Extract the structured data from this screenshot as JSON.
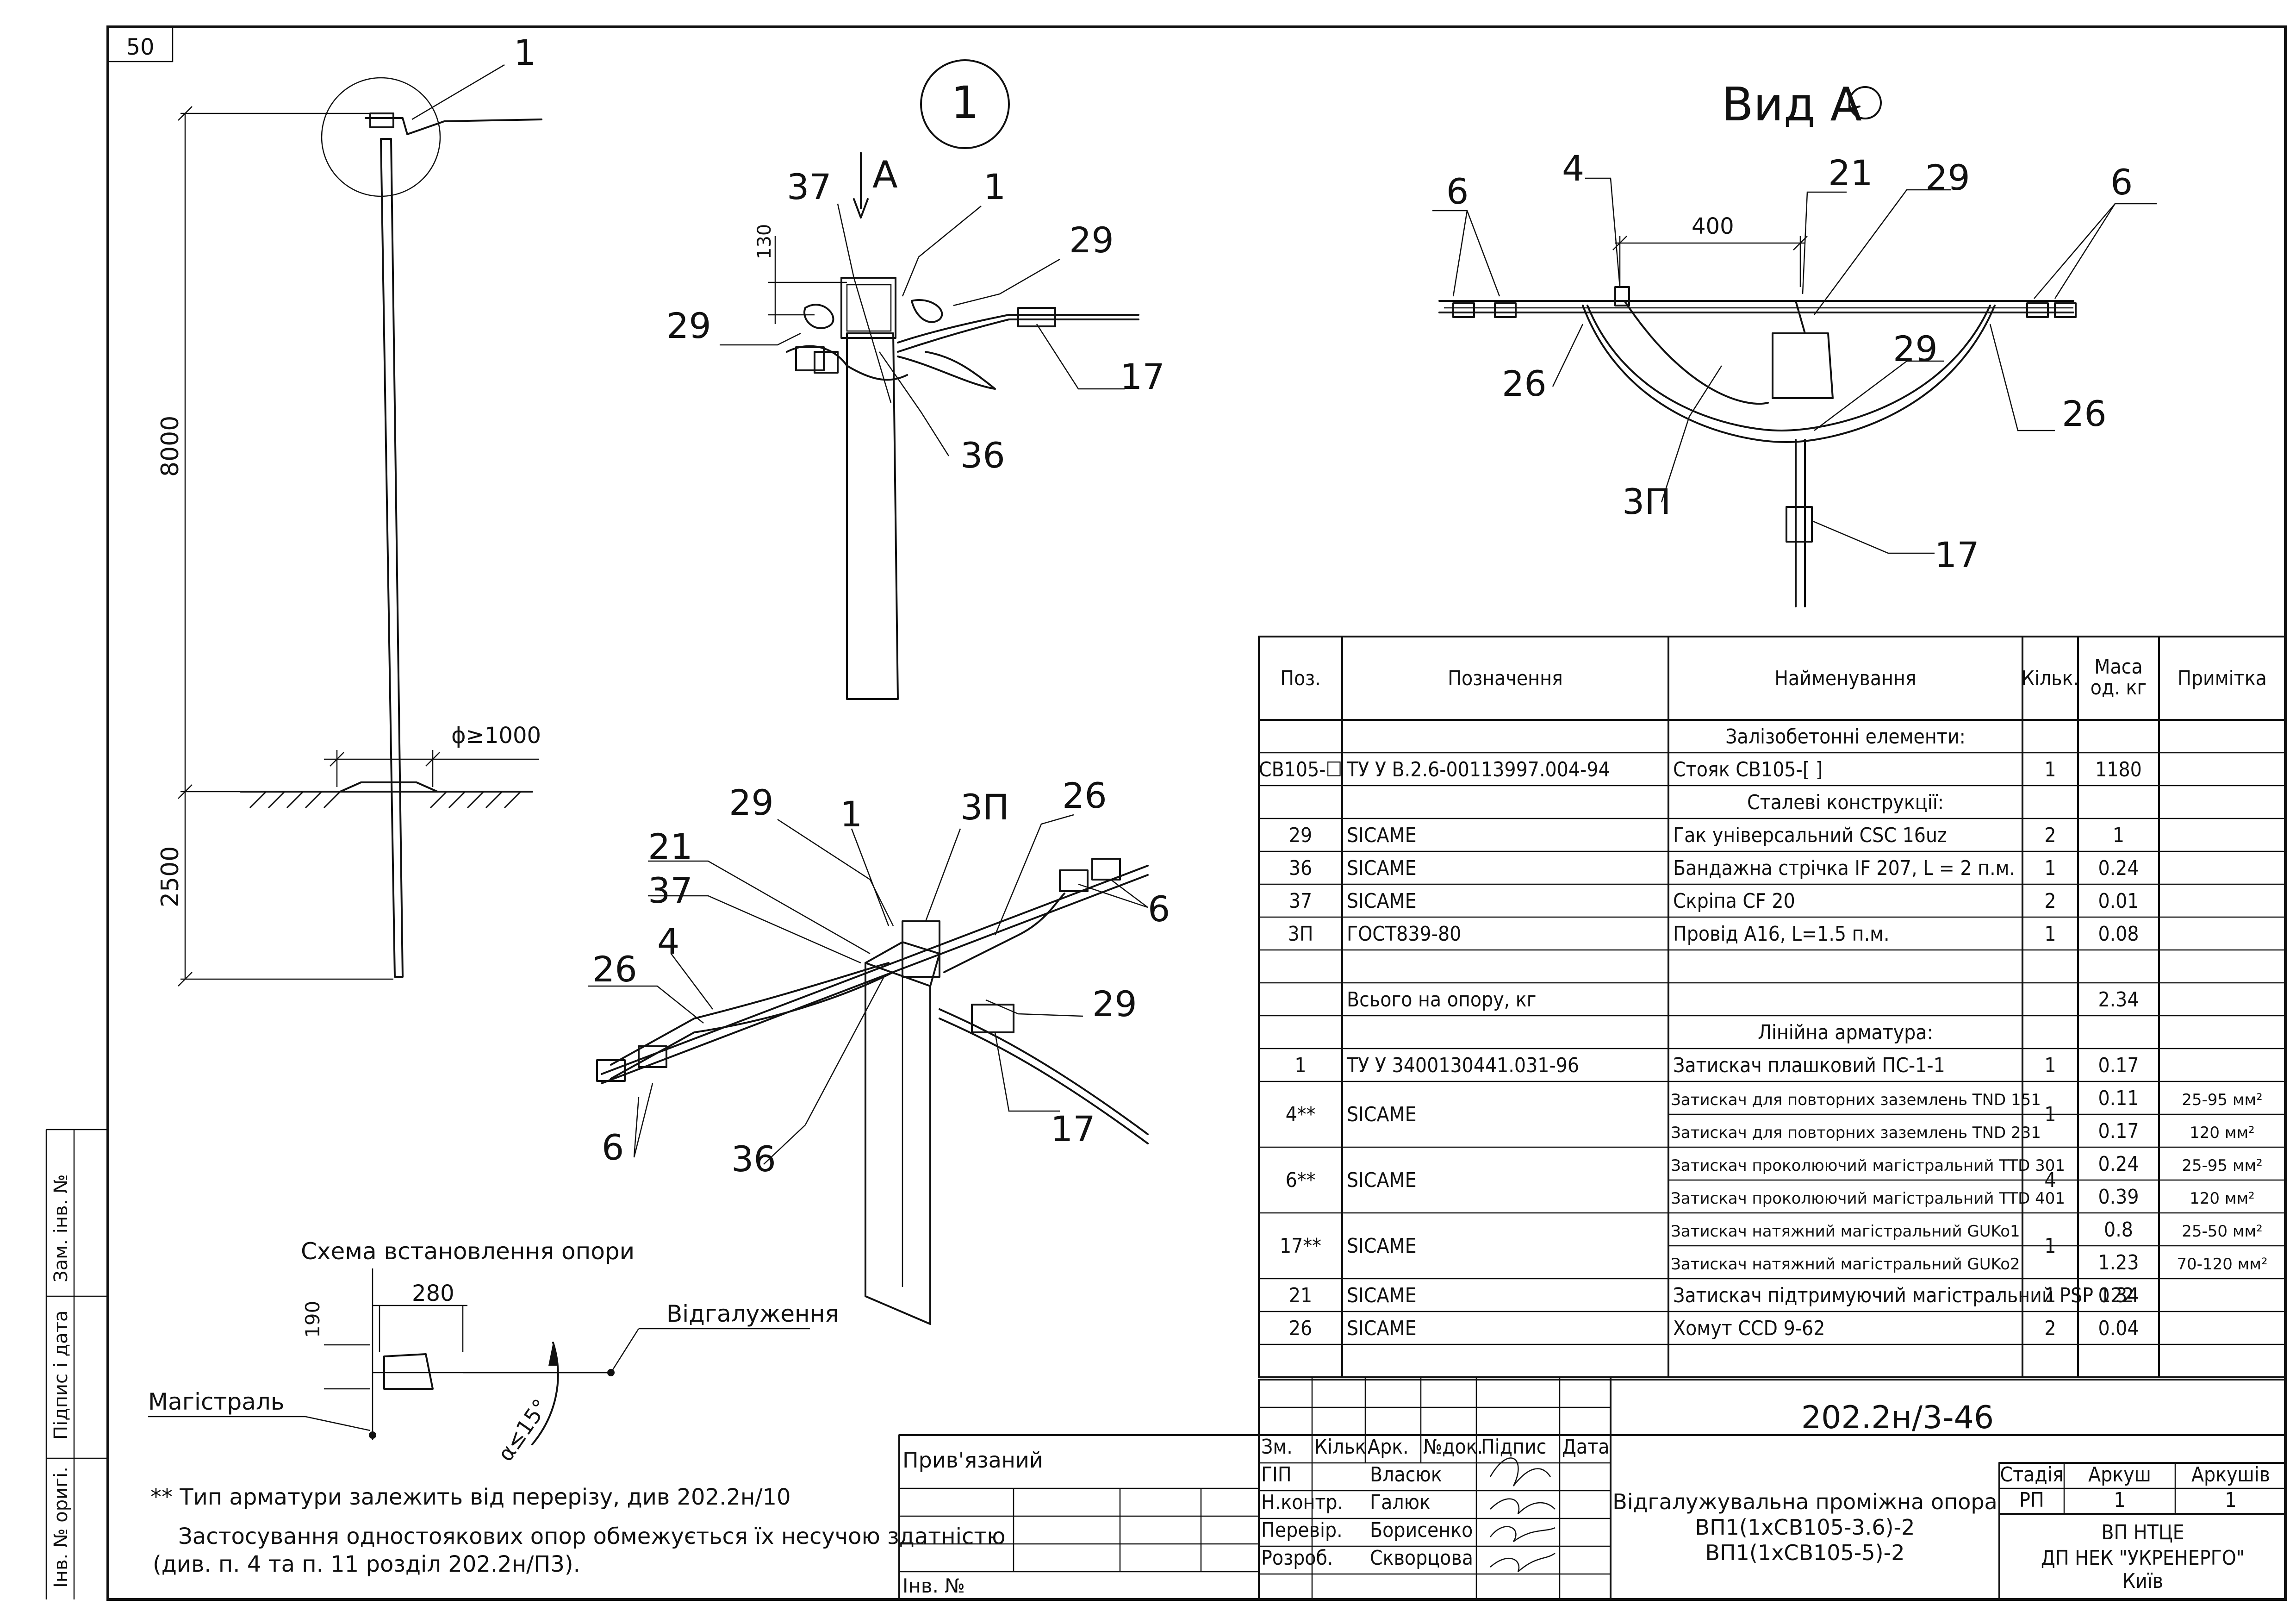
{
  "sheet": {
    "page_corner_number": "50",
    "side_stamp": [
      "Інв. № оригі.",
      "Підпис і дата",
      "Зам. інв. №"
    ]
  },
  "views": {
    "view1_circle_label": "1",
    "view_a_title": "Вид А",
    "view_a_arrow_letter": "А"
  },
  "pole_elevation": {
    "label_1": "1",
    "dim_8000": "8000",
    "dim_2500": "2500",
    "dim_diameter": "ϕ≥1000"
  },
  "detail1_labels": [
    "37",
    "1",
    "29",
    "17",
    "29",
    "36"
  ],
  "detail1_dim": "130",
  "iso_labels": [
    "29",
    "1",
    "3П",
    "26",
    "21",
    "37",
    "26",
    "4",
    "6",
    "6",
    "29",
    "17",
    "36"
  ],
  "view_a_labels": [
    "6",
    "4",
    "21",
    "29",
    "6",
    "26",
    "29",
    "26",
    "3П",
    "17"
  ],
  "view_a_dim": "400",
  "scheme": {
    "title": "Схема встановлення опори",
    "dim_280": "280",
    "dim_190": "190",
    "branch": "Відгалуження",
    "main": "Магістраль",
    "angle": "α≤15°"
  },
  "notes": {
    "note1": "** Тип арматури залежить від перерізу, див 202.2н/10",
    "note2a": "Застосування одностоякових опор обмежується їх несучою здатністю",
    "note2b": "(див. п. 4 та п. 11 розділ 202.2н/П3)."
  },
  "spec_table": {
    "headers": {
      "pos": "Поз.",
      "designation": "Позначення",
      "name": "Найменування",
      "qty": "Кільк.",
      "mass1": "Маса",
      "mass2": "од. кг",
      "note": "Примітка"
    },
    "rows": [
      {
        "kind": "section",
        "name": "Залізобетонні елементи:"
      },
      {
        "kind": "row",
        "pos": "СВ105-☐",
        "designation": "ТУ У В.2.6-00113997.004-94",
        "name": "Стояк СВ105-[    ]",
        "qty": "1",
        "mass": "1180",
        "note": ""
      },
      {
        "kind": "section",
        "name": "Сталеві конструкції:"
      },
      {
        "kind": "row",
        "pos": "29",
        "designation": "SICAME",
        "name": "Гак універсальний CSC 16uz",
        "qty": "2",
        "mass": "1",
        "note": ""
      },
      {
        "kind": "row",
        "pos": "36",
        "designation": "SICAME",
        "name": "Бандажна стрічка IF 207, L = 2 п.м.",
        "qty": "1",
        "mass": "0.24",
        "note": ""
      },
      {
        "kind": "row",
        "pos": "37",
        "designation": "SICAME",
        "name": "Скріпа CF 20",
        "qty": "2",
        "mass": "0.01",
        "note": ""
      },
      {
        "kind": "row",
        "pos": "3П",
        "designation": "ГОСТ839-80",
        "name": "Провід А16, L=1.5 п.м.",
        "qty": "1",
        "mass": "0.08",
        "note": ""
      },
      {
        "kind": "empty"
      },
      {
        "kind": "row",
        "pos": "",
        "designation": "Всього на опору, кг",
        "name": "",
        "qty": "",
        "mass": "2.34",
        "note": ""
      },
      {
        "kind": "section",
        "name": "Лінійна арматура:"
      },
      {
        "kind": "row",
        "pos": "1",
        "designation": "ТУ У 3400130441.031-96",
        "name": "Затискач плашковий ПС-1-1",
        "qty": "1",
        "mass": "0.17",
        "note": ""
      }
    ],
    "grouped_rows": [
      {
        "pos": "4**",
        "designation": "SICAME",
        "qty": "1",
        "items": [
          {
            "name": "Затискач для повторних заземлень TND 151",
            "mass": "0.11",
            "note": "25-95 мм²"
          },
          {
            "name": "Затискач для повторних заземлень TND 231",
            "mass": "0.17",
            "note": "120 мм²"
          }
        ]
      },
      {
        "pos": "6**",
        "designation": "SICAME",
        "qty": "4",
        "items": [
          {
            "name": "Затискач проколюючий магістральний TTD 301",
            "mass": "0.24",
            "note": "25-95 мм²"
          },
          {
            "name": "Затискач проколюючий магістральний TTD 401",
            "mass": "0.39",
            "note": "120 мм²"
          }
        ]
      },
      {
        "pos": "17**",
        "designation": "SICAME",
        "qty": "1",
        "items": [
          {
            "name": "Затискач натяжний магістральний GUKo1",
            "mass": "0.8",
            "note": "25-50 мм²"
          },
          {
            "name": "Затискач натяжний магістральний GUKo2",
            "mass": "1.23",
            "note": "70-120 мм²"
          }
        ]
      }
    ],
    "tail_rows": [
      {
        "pos": "21",
        "designation": "SICAME",
        "name": "Затискач підтримуючий магістральний PSP 122",
        "qty": "1",
        "mass": "0.34",
        "note": ""
      },
      {
        "pos": "26",
        "designation": "SICAME",
        "name": "Хомут CCD 9-62",
        "qty": "2",
        "mass": "0.04",
        "note": ""
      }
    ]
  },
  "title_block": {
    "doc_code": "202.2н/3-46",
    "headers": [
      "Зм.",
      "Кільк.",
      "Арк.",
      "№док.",
      "Підпис",
      "Дата"
    ],
    "roles": [
      {
        "role": "ГІП",
        "name": "Власюк"
      },
      {
        "role": "Н.контр.",
        "name": "Галюк"
      },
      {
        "role": "Перевір.",
        "name": "Борисенко"
      },
      {
        "role": "Розроб.",
        "name": "Скворцова"
      }
    ],
    "title_line1": "Відгалужувальна проміжна опора",
    "title_line2": "ВП1(1хСВ105-3.6)-2",
    "title_line3": "ВП1(1хСВ105-5)-2",
    "stage_h": "Стадія",
    "sheet_h": "Аркуш",
    "sheets_h": "Аркушів",
    "stage": "РП",
    "sheet": "1",
    "sheets": "1",
    "org1": "ВП НТЦЕ",
    "org2": "ДП НЕК \"УКРЕНЕРГО\"",
    "org3": "Київ",
    "attached": "Прив'язаний",
    "inv_no": "Інв. №"
  }
}
